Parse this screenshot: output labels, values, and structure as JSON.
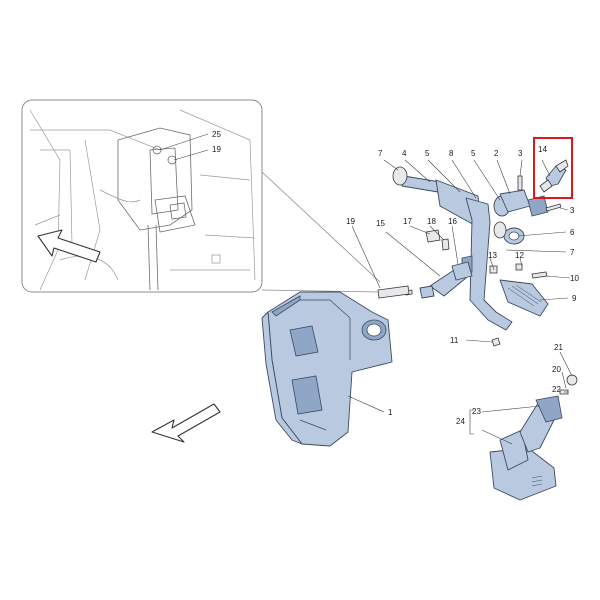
{
  "labels": {
    "n1": "1",
    "n2": "2",
    "n3a": "3",
    "n3b": "3",
    "n4": "4",
    "n5a": "5",
    "n5b": "5",
    "n6": "6",
    "n7a": "7",
    "n7b": "7",
    "n8": "8",
    "n9": "9",
    "n10": "10",
    "n11": "11",
    "n12": "12",
    "n13": "13",
    "n14": "14",
    "n15": "15",
    "n16": "16",
    "n17": "17",
    "n18": "18",
    "n19a": "19",
    "n19b": "19",
    "n20": "20",
    "n21": "21",
    "n22": "22",
    "n23": "23",
    "n24": "24",
    "n25": "25"
  },
  "highlight": {
    "part": "14",
    "color": "#e0161b"
  },
  "colors": {
    "part_fill": "#b9c9e0",
    "part_stroke": "#3a4a62",
    "highlight": "#e0161b"
  },
  "icons": {
    "inset_arrow": "direction-arrow-icon",
    "main_arrow": "direction-arrow-icon"
  }
}
